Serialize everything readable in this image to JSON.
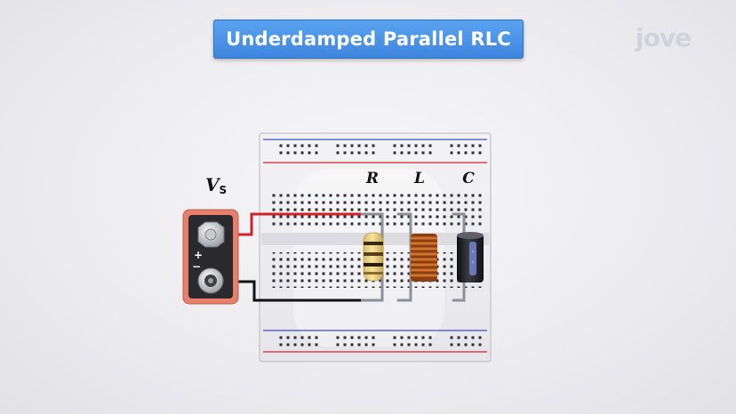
{
  "title": "Underdamped Parallel RLC",
  "logo": "jove",
  "source_label": {
    "main": "V",
    "sub": "S"
  },
  "terminals": {
    "plus": "+",
    "minus": "−"
  },
  "components": [
    {
      "id": "resistor",
      "label": "R"
    },
    {
      "id": "inductor",
      "label": "L"
    },
    {
      "id": "capacitor",
      "label": "C"
    }
  ],
  "colors": {
    "banner": "#4a94e8",
    "wire_positive": "#d0202a",
    "wire_negative": "#111111",
    "rail_blue": "#3a4fc4",
    "rail_red": "#d0202a",
    "resistor_body": "#ecd489",
    "inductor_coil": "#b2561c",
    "capacitor_body": "#1e1f24",
    "battery_case": "#e87f6b"
  }
}
